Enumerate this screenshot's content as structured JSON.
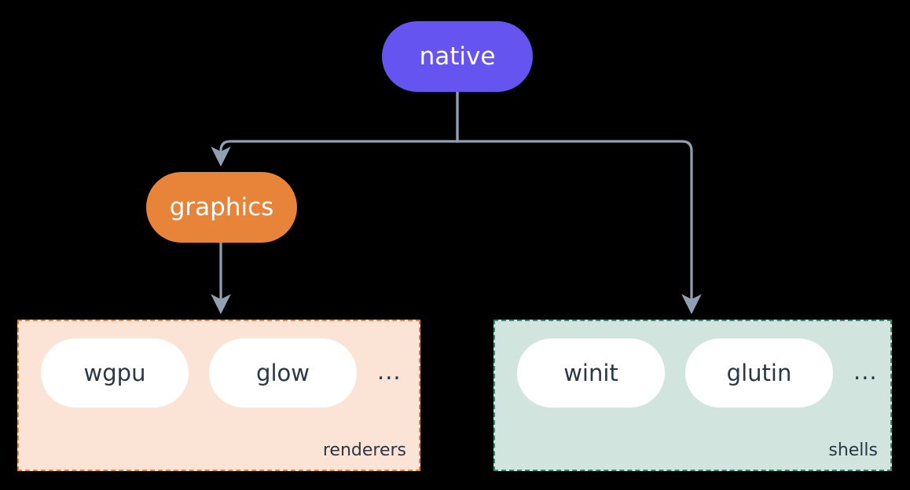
{
  "diagram": {
    "background_color": "#000000",
    "edge_color": "#8fa0b3",
    "root": {
      "label": "native",
      "fill": "#6554f0",
      "text_color": "#ffffff"
    },
    "branch": {
      "label": "graphics",
      "fill": "#e8833a",
      "text_color": "#ffffff"
    },
    "groups": [
      {
        "id": "renderers",
        "caption": "renderers",
        "fill": "#fbe3d5",
        "border_color": "#e8833a",
        "border_style": "dashed",
        "items": [
          {
            "label": "wgpu"
          },
          {
            "label": "glow"
          }
        ],
        "overflow_mark": "..."
      },
      {
        "id": "shells",
        "caption": "shells",
        "fill": "#d2e4de",
        "border_color": "#2e8b78",
        "border_style": "dashed",
        "items": [
          {
            "label": "winit"
          },
          {
            "label": "glutin"
          }
        ],
        "overflow_mark": "..."
      }
    ],
    "edges": [
      {
        "from": "native",
        "to": "graphics",
        "style": "elbow-arrow"
      },
      {
        "from": "native",
        "to": "shells",
        "style": "elbow-arrow"
      },
      {
        "from": "graphics",
        "to": "renderers",
        "style": "straight-arrow"
      }
    ]
  }
}
